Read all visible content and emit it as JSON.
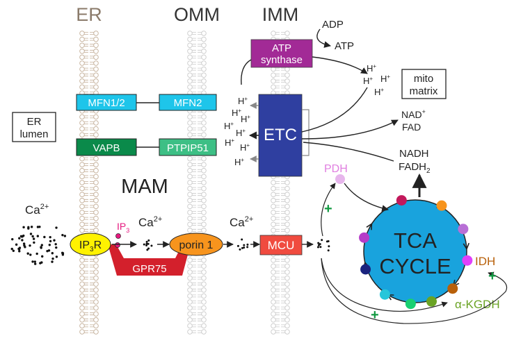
{
  "headers": {
    "er": "ER",
    "omm": "OMM",
    "imm": "IMM"
  },
  "boxes": {
    "er_lumen_line1": "ER",
    "er_lumen_line2": "lumen",
    "mito_matrix_line1": "mito",
    "mito_matrix_line2": "matrix",
    "mfn12": "MFN1/2",
    "mfn2": "MFN2",
    "vapb": "VAPB",
    "ptpip51": "PTPIP51",
    "atp_synthase_line1": "ATP",
    "atp_synthase_line2": "synthase",
    "etc": "ETC",
    "mcu": "MCU",
    "porin": "porin 1",
    "gpr75": "GPR75"
  },
  "labels": {
    "adp": "ADP",
    "atp": "ATP",
    "mam": "MAM",
    "pdh": "PDH",
    "idh": "IDH",
    "akgdh": "α-KGDH",
    "tca_line1": "TCA",
    "tca_line2": "CYCLE",
    "nad": "NAD",
    "nad_sup": "+",
    "fad": "FAD",
    "nadh": "NADH",
    "fadh": "FADH",
    "fadh_sub": "2",
    "ip3r_a": "IP",
    "ip3r_sub": "3",
    "ip3r_b": "R",
    "ip3_a": "IP",
    "ip3_sub": "3",
    "ca": "Ca",
    "ca_sup": "2+",
    "h": "H",
    "h_sup": "+",
    "plus": "+"
  },
  "colors": {
    "er_membrane": "#c2ad96",
    "mito_membrane": "#c9c9c9",
    "er_header": "#8a7a6a",
    "cyan_box": "#1ec5ea",
    "green_box": "#0a8a4a",
    "teal_box": "#3dbf85",
    "atp_synthase": "#a22a96",
    "etc": "#2f3fa0",
    "mcu": "#f04b3f",
    "porin": "#f7941d",
    "ip3r": "#fff200",
    "gpr75": "#d3202c",
    "ip3_pink": "#e6197f",
    "tca": "#19a3dd",
    "pdh": "#e07fe0",
    "idh": "#b8600a",
    "akgdh": "#6aa324",
    "plus_green": "#119941"
  }
}
